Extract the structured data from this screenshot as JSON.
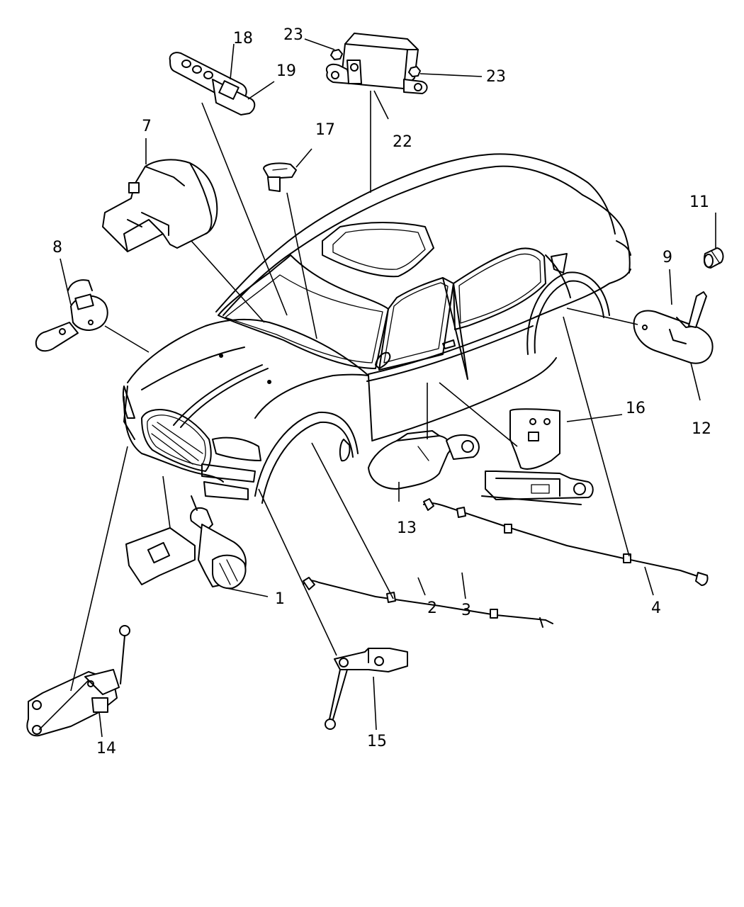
{
  "diagram": {
    "callouts": [
      {
        "id": "c1",
        "label": "1"
      },
      {
        "id": "c2",
        "label": "2"
      },
      {
        "id": "c3",
        "label": "3"
      },
      {
        "id": "c4",
        "label": "4"
      },
      {
        "id": "c7",
        "label": "7"
      },
      {
        "id": "c8",
        "label": "8"
      },
      {
        "id": "c9",
        "label": "9"
      },
      {
        "id": "c11",
        "label": "11"
      },
      {
        "id": "c12",
        "label": "12"
      },
      {
        "id": "c13",
        "label": "13"
      },
      {
        "id": "c14",
        "label": "14"
      },
      {
        "id": "c15",
        "label": "15"
      },
      {
        "id": "c16",
        "label": "16"
      },
      {
        "id": "c17",
        "label": "17"
      },
      {
        "id": "c18",
        "label": "18"
      },
      {
        "id": "c19",
        "label": "19"
      },
      {
        "id": "c22",
        "label": "22"
      },
      {
        "id": "c23a",
        "label": "23"
      },
      {
        "id": "c23b",
        "label": "23"
      }
    ]
  }
}
